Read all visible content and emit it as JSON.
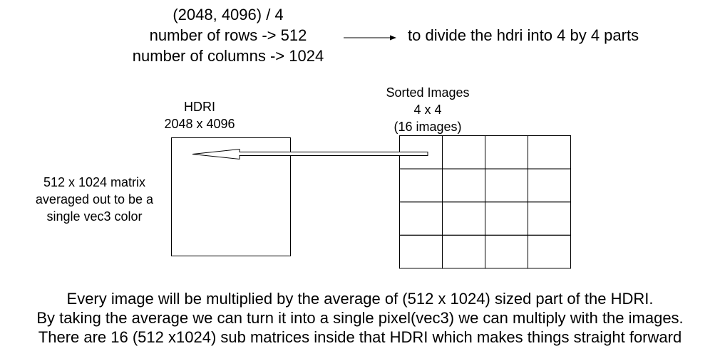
{
  "formula": {
    "line1": "(2048, 4096) / 4",
    "line2": "number of rows -> 512",
    "line3": "number of columns -> 1024"
  },
  "formula_note": "to divide the hdri into 4 by 4 parts",
  "hdri": {
    "line1": "HDRI",
    "line2": "2048 x 4096"
  },
  "sorted": {
    "line1": "Sorted Images",
    "line2": "4 x 4",
    "line3": "(16 images)"
  },
  "matrix_note": {
    "line1": "512 x 1024 matrix",
    "line2": "averaged out to be a",
    "line3": "single vec3 color"
  },
  "grid": {
    "rows": 4,
    "cols": 4
  },
  "footer": {
    "line1": "Every image will be multiplied by the average of (512 x 1024) sized part of the HDRI.",
    "line2": "By taking the average we can turn it into a single pixel(vec3) we can multiply with the images.",
    "line3": "There are 16 (512 x1024)  sub matrices inside that HDRI which makes things straight forward"
  }
}
